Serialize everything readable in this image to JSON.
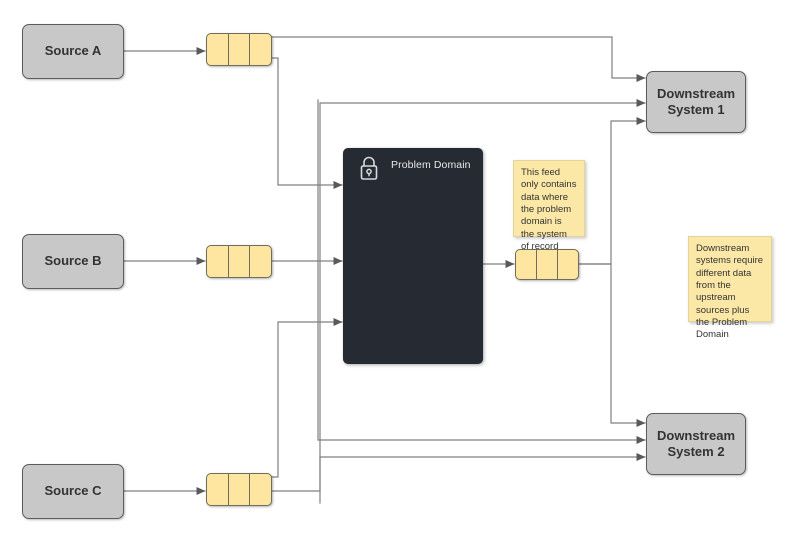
{
  "diagram": {
    "title": "Problem Domain data flow",
    "background": "#ffffff",
    "colors": {
      "source_fill": "#c8c8c8",
      "source_stroke": "#5c5c5c",
      "queue_fill": "#ffe6a0",
      "queue_stroke": "#6e6e5a",
      "domain_fill": "#262b33",
      "note_fill": "#fbe8a6",
      "note_stroke": "#e3d49a",
      "wire_stroke": "#808080",
      "text": "#333333"
    }
  },
  "sources": [
    {
      "id": "source-a",
      "label": "Source A"
    },
    {
      "id": "source-b",
      "label": "Source B"
    },
    {
      "id": "source-c",
      "label": "Source C"
    }
  ],
  "queues": [
    {
      "id": "queue-a",
      "segments": 3
    },
    {
      "id": "queue-b",
      "segments": 3
    },
    {
      "id": "queue-c",
      "segments": 3
    },
    {
      "id": "queue-domain-out",
      "segments": 3
    }
  ],
  "problem_domain": {
    "label": "Problem Domain",
    "icon": "lock-icon"
  },
  "downstream": [
    {
      "id": "downstream-1",
      "line1": "Downstream",
      "line2": "System 1",
      "inbound_arrows": 3
    },
    {
      "id": "downstream-2",
      "line1": "Downstream",
      "line2": "System 2",
      "inbound_arrows": 3
    }
  ],
  "notes": [
    {
      "id": "note-feed",
      "text": "This feed only contains data where the problem domain is the system of record"
    },
    {
      "id": "note-downstream",
      "text": "Downstream systems require different data from the upstream sources plus the Problem Domain"
    }
  ]
}
